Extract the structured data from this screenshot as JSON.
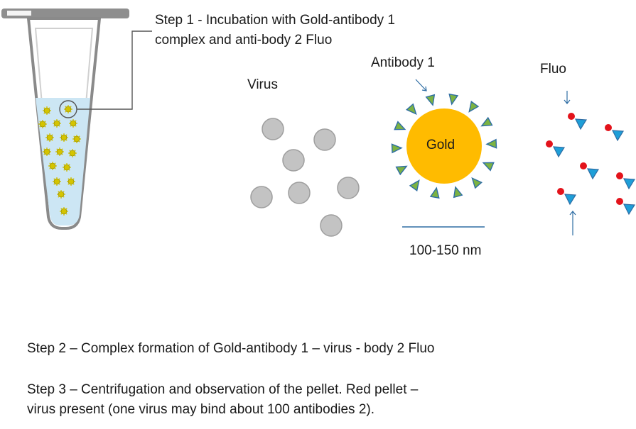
{
  "steps": {
    "step1_line1": "Step 1 - Incubation with Gold-antibody 1",
    "step1_line2": "complex and anti-body 2 Fluo",
    "step2": "Step 2 – Complex formation of Gold-antibody 1 – virus - body 2 Fluo",
    "step3_line1": "Step 3 – Centrifugation and observation of the pellet. Red pellet –",
    "step3_line2": "virus present (one virus may bind about 100 antibodies 2)."
  },
  "labels": {
    "virus": "Virus",
    "antibody1": "Antibody 1",
    "fluo": "Fluo",
    "gold": "Gold",
    "scale": "100-150 nm"
  },
  "colors": {
    "gold": "#ffbb00",
    "virus": "#c3c3c3",
    "antibody": "#7cb342",
    "antibody_edge": "#2e6da4",
    "fluo_triangle": "#1e9fd8",
    "fluo_dot": "#e3131b",
    "tube_outline": "#8a8a8a",
    "tube_liquid": "#cce6f4",
    "particle": "#d4c400"
  },
  "icons": {
    "tube": "microcentrifuge-tube-icon",
    "arrow": "arrow-icon"
  }
}
